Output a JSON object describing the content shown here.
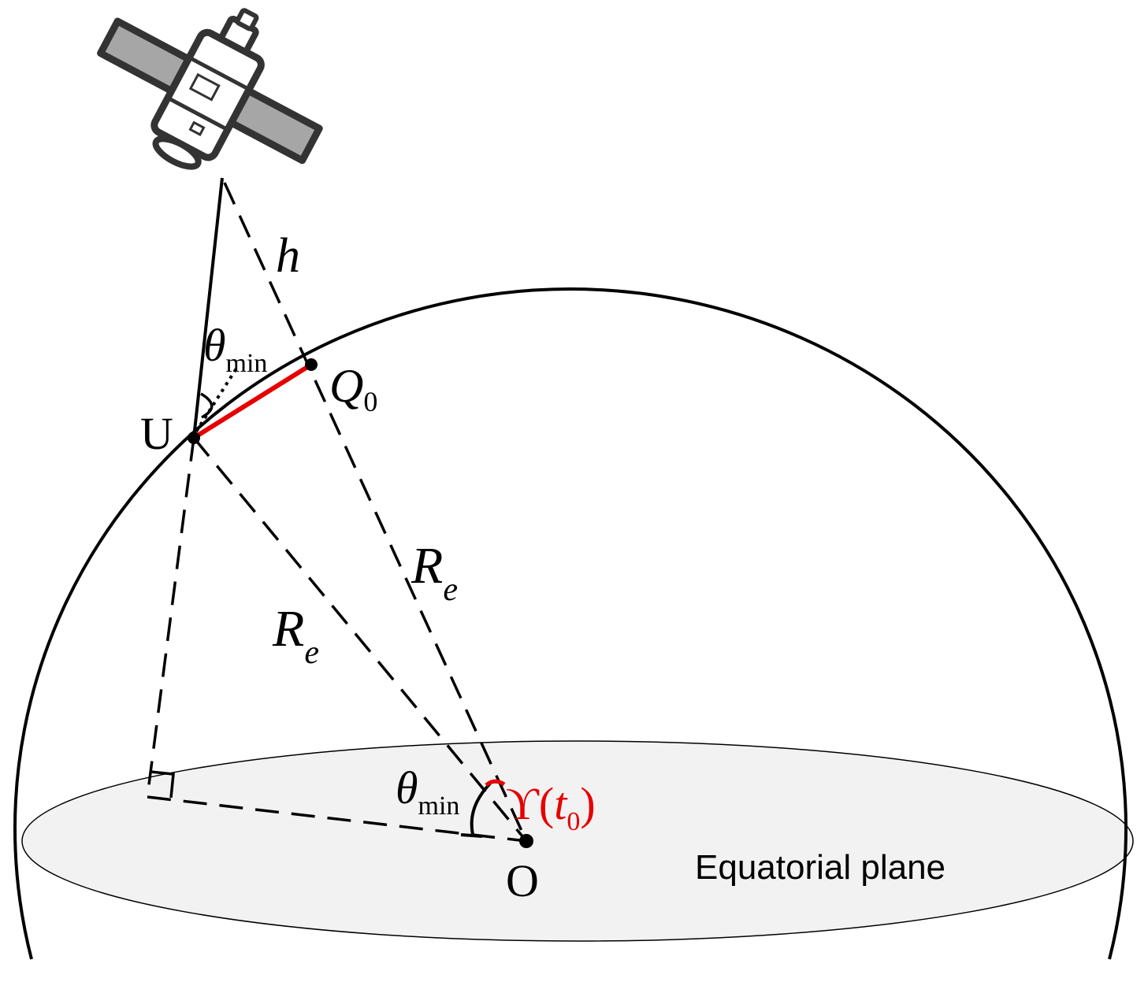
{
  "labels": {
    "h": "h",
    "theta": "θ",
    "min": "min",
    "point_U": "U",
    "point_Q": "Q",
    "sub_0": "0",
    "R": "R",
    "e": "e",
    "point_O": "O",
    "upsilon_open": "ϒ(",
    "t": "t",
    "close_paren": ")",
    "equatorial_plane": "Equatorial plane"
  },
  "colors": {
    "line": "#000000",
    "highlight": "#e60000",
    "plane_fill": "#f2f2f2",
    "satellite_panel": "#a6a6a6",
    "satellite_body": "#ffffff"
  },
  "icons": {
    "satellite": "satellite-icon"
  }
}
